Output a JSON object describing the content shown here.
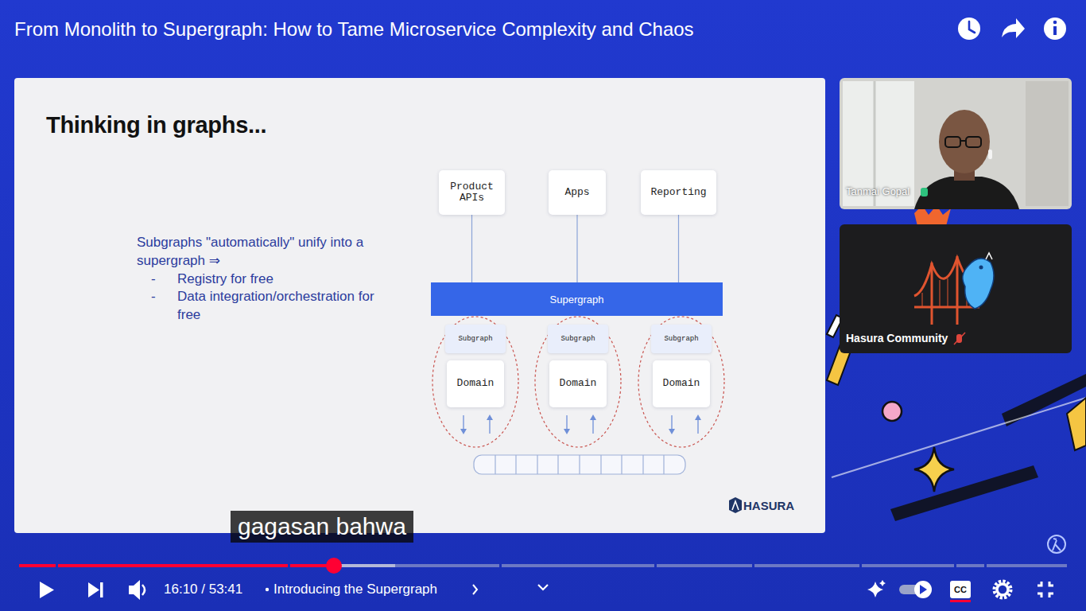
{
  "diagram": {
    "title": "Thinking in graphs...",
    "nodes": [
      {
        "text": [
          "Product APIs"
        ]
      },
      {
        "text": [
          "Apps"
        ]
      },
      {
        "text": [
          "Reporting"
        ]
      },
      {
        "text": [
          "Supergraph"
        ]
      },
      {
        "text": [
          "Subgraph"
        ]
      },
      {
        "text": [
          "Subgraph"
        ]
      },
      {
        "text": [
          "Subgraph"
        ]
      },
      {
        "text": [
          "Domain"
        ]
      },
      {
        "text": [
          "Domain"
        ]
      },
      {
        "text": [
          "Domain"
        ]
      }
    ],
    "edges": [
      {
        "from": 0,
        "to": 3,
        "arrow": "none"
      },
      {
        "from": 1,
        "to": 3,
        "arrow": "none"
      },
      {
        "from": 2,
        "to": 3,
        "arrow": "none"
      }
    ],
    "labels": [
      "From Monolith to Supergraph: How to Tame Microservice Complexity and Chaos",
      "Subgraphs \"automatically\" unify into a supergraph ⇒",
      "-",
      "Registry for free",
      "-",
      "Data integration/orchestration for free",
      "HASURA",
      "Tanmai Gopal",
      "Hasura Community",
      "gagasan bahwa",
      "16:10 / 53:41",
      "Introducing the Supergraph",
      "CC"
    ]
  }
}
